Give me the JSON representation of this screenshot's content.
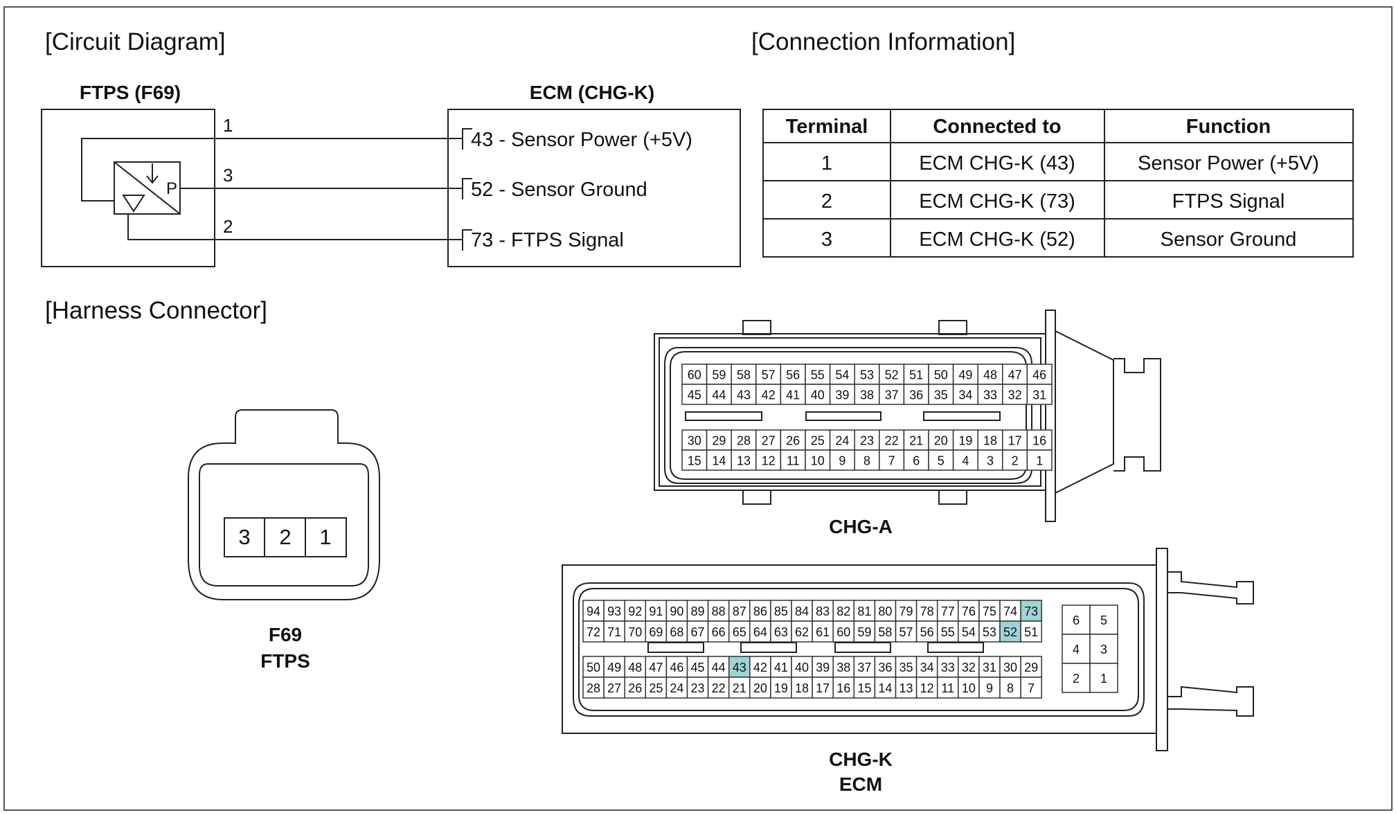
{
  "circuit": {
    "title": "[Circuit Diagram]",
    "sensor_label": "FTPS (F69)",
    "sensor_glyph": "P",
    "ecm_label": "ECM (CHG-K)",
    "pins": [
      {
        "num": "1",
        "ecm_text": "43 - Sensor Power (+5V)"
      },
      {
        "num": "3",
        "ecm_text": "52 - Sensor Ground"
      },
      {
        "num": "2",
        "ecm_text": "73 - FTPS Signal"
      }
    ]
  },
  "connection": {
    "title": "[Connection Information]",
    "headers": [
      "Terminal",
      "Connected to",
      "Function"
    ],
    "rows": [
      [
        "1",
        "ECM CHG-K (43)",
        "Sensor Power (+5V)"
      ],
      [
        "2",
        "ECM CHG-K (73)",
        "FTPS Signal"
      ],
      [
        "3",
        "ECM CHG-K (52)",
        "Sensor Ground"
      ]
    ]
  },
  "harness": {
    "title": "[Harness Connector]",
    "f69": {
      "pins": [
        "3",
        "2",
        "1"
      ],
      "label1": "F69",
      "label2": "FTPS"
    },
    "chga": {
      "label": "CHG-A",
      "row1": [
        "60",
        "59",
        "58",
        "57",
        "56",
        "55",
        "54",
        "53",
        "52",
        "51",
        "50",
        "49",
        "48",
        "47",
        "46"
      ],
      "row2": [
        "45",
        "44",
        "43",
        "42",
        "41",
        "40",
        "39",
        "38",
        "37",
        "36",
        "35",
        "34",
        "33",
        "32",
        "31"
      ],
      "row3": [
        "30",
        "29",
        "28",
        "27",
        "26",
        "25",
        "24",
        "23",
        "22",
        "21",
        "20",
        "19",
        "18",
        "17",
        "16"
      ],
      "row4": [
        "15",
        "14",
        "13",
        "12",
        "11",
        "10",
        "9",
        "8",
        "7",
        "6",
        "5",
        "4",
        "3",
        "2",
        "1"
      ]
    },
    "chgk": {
      "label1": "CHG-K",
      "label2": "ECM",
      "highlight_color": "#9fd3d6",
      "highlighted": [
        "73",
        "52",
        "43"
      ],
      "row1": [
        "94",
        "93",
        "92",
        "91",
        "90",
        "89",
        "88",
        "87",
        "86",
        "85",
        "84",
        "83",
        "82",
        "81",
        "80",
        "79",
        "78",
        "77",
        "76",
        "75",
        "74",
        "73"
      ],
      "row2": [
        "72",
        "71",
        "70",
        "69",
        "68",
        "67",
        "66",
        "65",
        "64",
        "63",
        "62",
        "61",
        "60",
        "59",
        "58",
        "57",
        "56",
        "55",
        "54",
        "53",
        "52",
        "51"
      ],
      "row3": [
        "50",
        "49",
        "48",
        "47",
        "46",
        "45",
        "44",
        "43",
        "42",
        "41",
        "40",
        "39",
        "38",
        "37",
        "36",
        "35",
        "34",
        "33",
        "32",
        "31",
        "30",
        "29"
      ],
      "row4": [
        "28",
        "27",
        "26",
        "25",
        "24",
        "23",
        "22",
        "21",
        "20",
        "19",
        "18",
        "17",
        "16",
        "15",
        "14",
        "13",
        "12",
        "11",
        "10",
        "9",
        "8",
        "7"
      ],
      "small_block": [
        [
          "6",
          "5"
        ],
        [
          "4",
          "3"
        ],
        [
          "2",
          "1"
        ]
      ]
    }
  }
}
